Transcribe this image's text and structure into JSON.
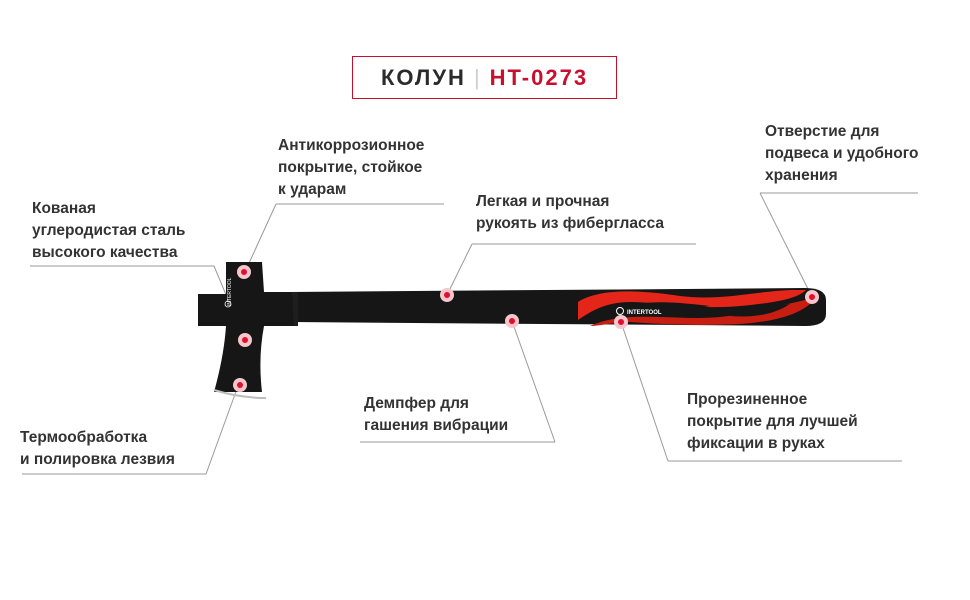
{
  "title": {
    "name": "КОЛУН",
    "separator": "|",
    "model": "HT-0273"
  },
  "brand_mark": "INTERTOOL",
  "features": [
    {
      "id": "steel",
      "lines": [
        "Кованая",
        "углеродистая сталь",
        "высокого качества"
      ]
    },
    {
      "id": "coating",
      "lines": [
        "Антикоррозионное",
        "покрытие, стойкое",
        "к ударам"
      ]
    },
    {
      "id": "handle",
      "lines": [
        "Легкая и прочная",
        "рукоять из фибергласса"
      ]
    },
    {
      "id": "hole",
      "lines": [
        "Отверстие для",
        "подвеса и удобного",
        "хранения"
      ]
    },
    {
      "id": "blade",
      "lines": [
        "Термообработка",
        "и полировка лезвия"
      ]
    },
    {
      "id": "damper",
      "lines": [
        "Демпфер для",
        "гашения вибрации"
      ]
    },
    {
      "id": "rubber",
      "lines": [
        "Прорезиненное",
        "покрытие для лучшей",
        "фиксации в руках"
      ]
    }
  ],
  "colors": {
    "accent": "#c8102e",
    "text": "#2b2b2b",
    "leader": "#9a9a9a",
    "tool_black": "#161616",
    "grip_red": "#e32619"
  }
}
